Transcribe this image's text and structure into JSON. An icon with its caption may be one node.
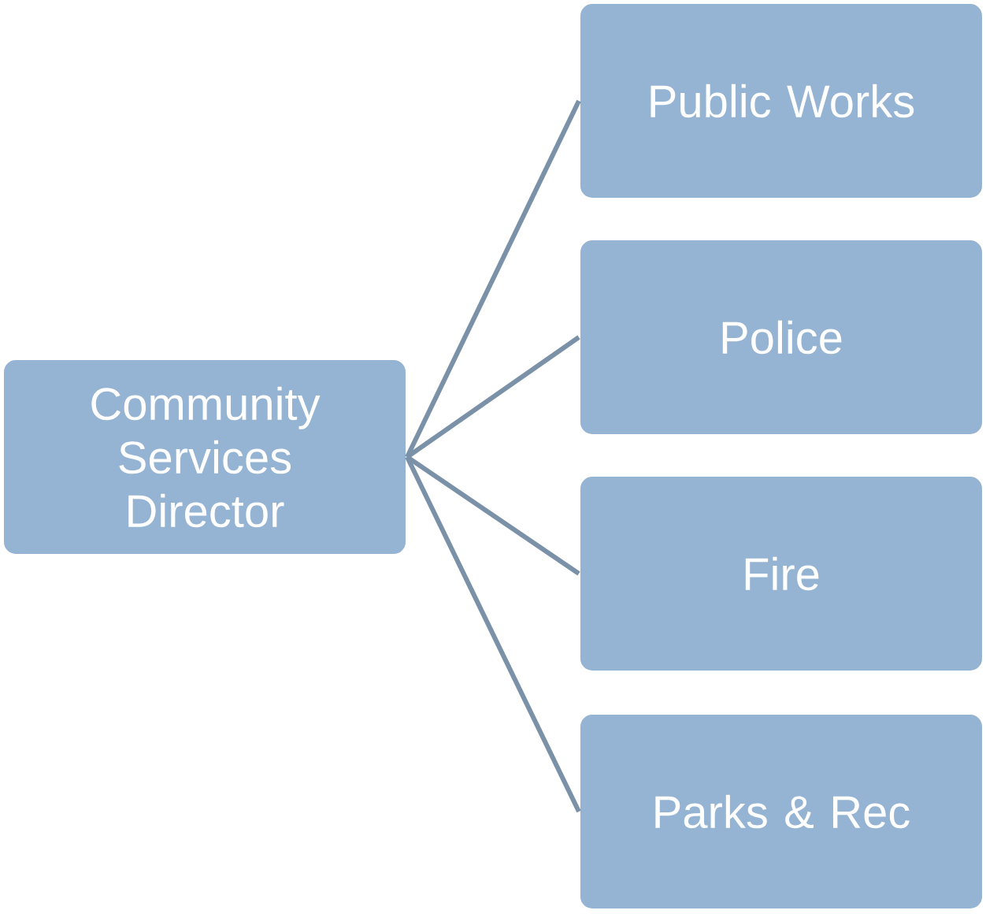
{
  "diagram": {
    "nodes": [
      {
        "text": [
          "Community Services Director"
        ]
      },
      {
        "text": [
          "Public Works"
        ]
      },
      {
        "text": [
          "Police"
        ]
      },
      {
        "text": [
          "Fire"
        ]
      },
      {
        "text": [
          "Parks & Rec"
        ]
      }
    ],
    "edges": [
      {
        "from": 0,
        "to": 1,
        "arrow": "none"
      },
      {
        "from": 0,
        "to": 2,
        "arrow": "none"
      },
      {
        "from": 0,
        "to": 3,
        "arrow": "none"
      },
      {
        "from": 0,
        "to": 4,
        "arrow": "none"
      }
    ]
  }
}
